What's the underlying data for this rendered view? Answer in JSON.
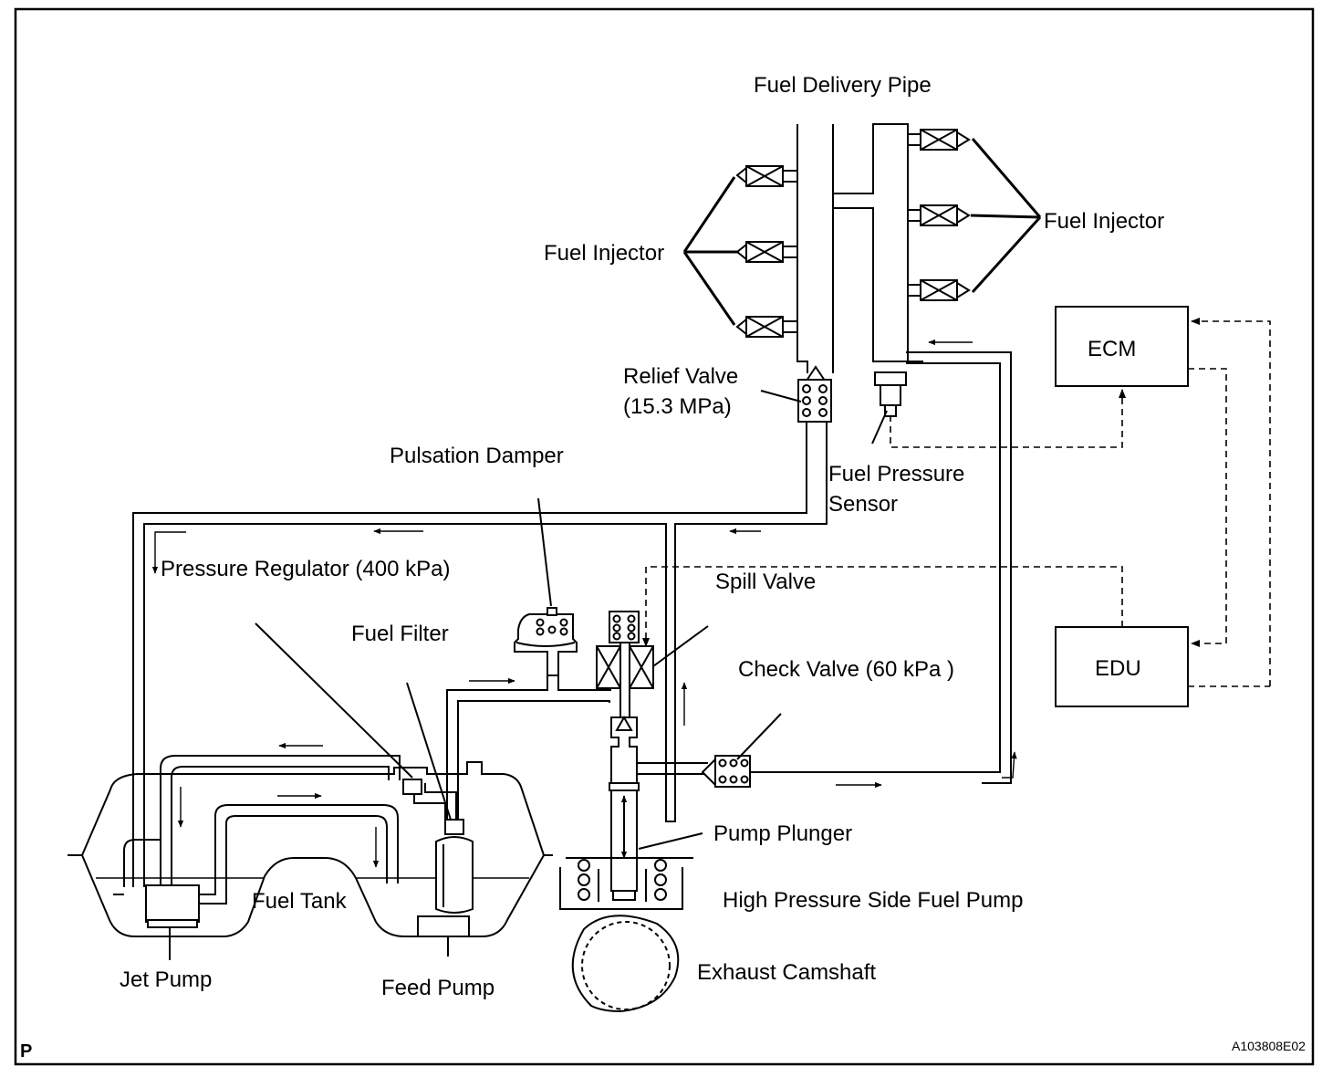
{
  "labels": {
    "fuel_delivery_pipe": "Fuel Delivery Pipe",
    "fuel_injector_left": "Fuel Injector",
    "fuel_injector_right": "Fuel Injector",
    "ecm": "ECM",
    "edu": "EDU",
    "relief_valve_line1": "Relief Valve",
    "relief_valve_line2": "(15.3 MPa)",
    "fuel_pressure_sensor_line1": "Fuel Pressure",
    "fuel_pressure_sensor_line2": "Sensor",
    "pulsation_damper": "Pulsation Damper",
    "pressure_regulator": "Pressure Regulator (400 kPa)",
    "spill_valve": "Spill Valve",
    "fuel_filter": "Fuel Filter",
    "check_valve": "Check Valve (60 kPa )",
    "pump_plunger": "Pump Plunger",
    "high_pressure_pump": "High Pressure Side Fuel Pump",
    "fuel_tank": "Fuel Tank",
    "jet_pump": "Jet  Pump",
    "feed_pump": "Feed Pump",
    "exhaust_camshaft": "Exhaust Camshaft"
  },
  "corner_mark": "P",
  "figure_code": "A103808E02"
}
